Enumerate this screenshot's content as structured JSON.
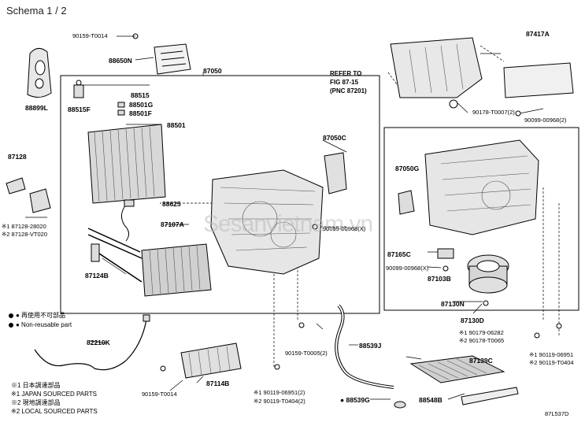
{
  "header": {
    "title": "Schema 1 / 2"
  },
  "watermark": "Sesanvietnam.vn",
  "refer_note": [
    "REFER TO",
    "FIG 87-15",
    "(PNC 87201)"
  ],
  "part_labels": {
    "p90159_t0014_top": "90159-T0014",
    "p88650n": "88650N",
    "p88899l": "88899L",
    "p87050": "87050",
    "p88515": "88515",
    "p88515f": "88515F",
    "p88501g": "88501G",
    "p88501f": "88501F",
    "p88501": "88501",
    "p87128": "87128",
    "p87128_z": "※1 87128-28020",
    "p87128_v": "※2 87128-VT020",
    "p88625": "88625",
    "p87107a": "87107A",
    "p87124b": "87124B",
    "p87050c": "87050C",
    "p90099_00968_1": "90099-00968(X)",
    "p87417a": "87417A",
    "p90178_t0007": "90178-T0007(2)",
    "p90099_00968_2": "90099-00968(2)",
    "p87050g": "87050G",
    "p87165c": "87165C",
    "p90099_00968_3": "90099-00968(X)",
    "p87103b": "87103B",
    "p87130n": "87130N",
    "p87130d": "87130D",
    "p90179_06282": "※1 90179-06282",
    "p90178_t0065": "※2 90178-T0065",
    "p90119_06951": "※1 90119-06951",
    "p90119_t0404": "※2 90119-T0404",
    "p82210k": "82210K",
    "p90159_t0005": "90159-T0005(2)",
    "p88539j": "88539J",
    "p87139c": "87139C",
    "p90159_t0014_bot": "90159-T0014",
    "p87114b": "87114B",
    "p90119_06951_2": "※1 90119-06951(2)",
    "p90119_t0404_2": "※2 90119-T0404(2)",
    "p88539g": "● 88539G",
    "p88548b": "88548B",
    "code": "87L537D"
  },
  "legend": {
    "nonreuse_jp": "● 再使用不可部品",
    "nonreuse_en": "● Non-reusable part",
    "note1_jp": "※1 日本調達部品",
    "note1_en": "※1 JAPAN SOURCED PARTS",
    "note2_jp": "※2 現地調達部品",
    "note2_en": "※2 LOCAL SOURCED PARTS"
  }
}
